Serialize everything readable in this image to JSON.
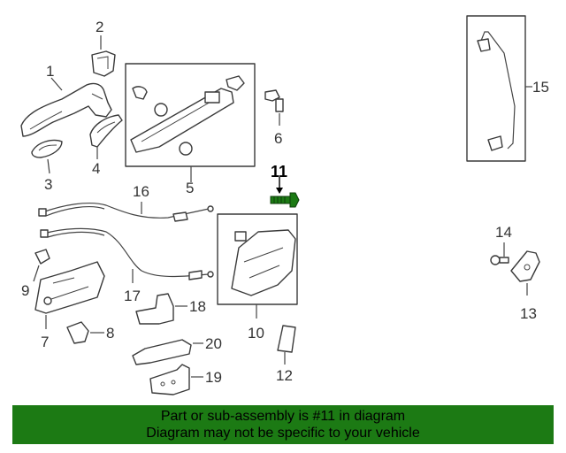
{
  "diagram": {
    "callouts": {
      "c1": "1",
      "c2": "2",
      "c3": "3",
      "c4": "4",
      "c5": "5",
      "c6": "6",
      "c7": "7",
      "c8": "8",
      "c9": "9",
      "c10": "10",
      "c11": "11",
      "c12": "12",
      "c13": "13",
      "c14": "14",
      "c15": "15",
      "c16": "16",
      "c17": "17",
      "c18": "18",
      "c19": "19",
      "c20": "20"
    },
    "highlighted_part": "11",
    "highlight_color": "#1c7a14"
  },
  "banner": {
    "line1": "Part or sub-assembly is #11 in diagram",
    "line2": "Diagram may not be specific to your vehicle",
    "background": "#1c7a14"
  }
}
